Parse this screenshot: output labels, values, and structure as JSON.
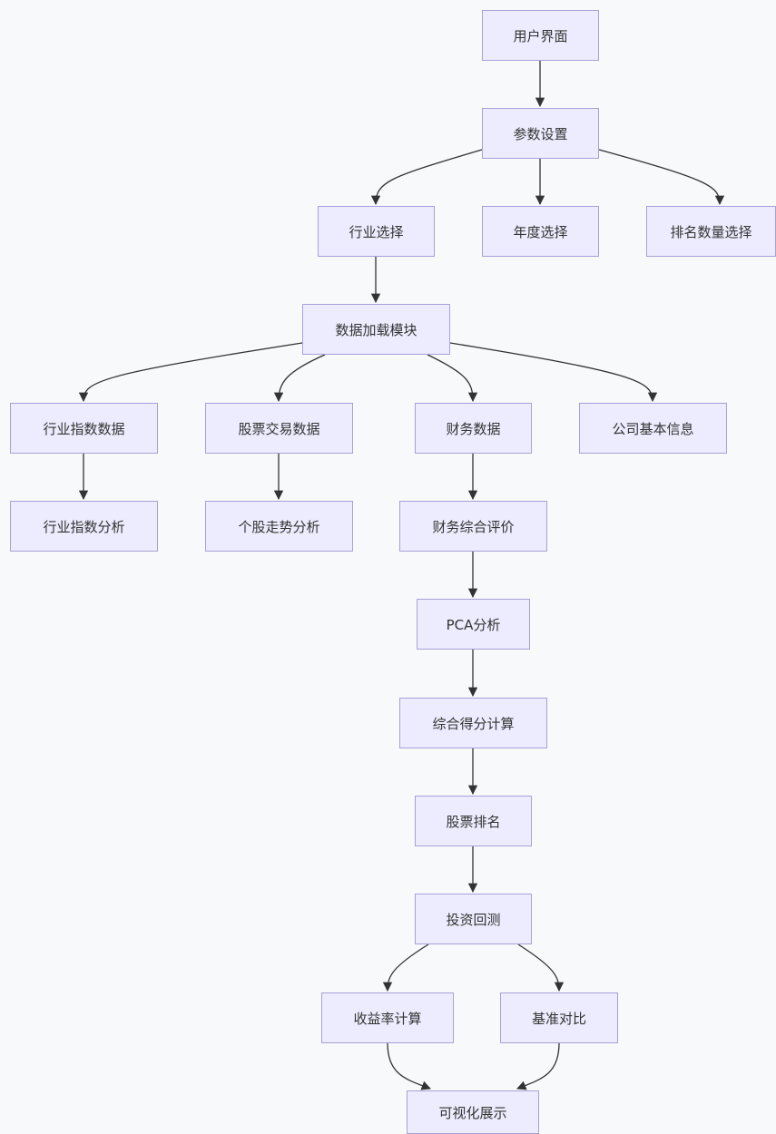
{
  "diagram": {
    "colors": {
      "node_fill": "#ececfe",
      "node_border": "#a99fd8",
      "edge": "#333333",
      "background": "#f8f9fb"
    },
    "nodes": {
      "ui": "用户界面",
      "params": "参数设置",
      "industry_select": "行业选择",
      "year_select": "年度选择",
      "rank_select": "排名数量选择",
      "data_loader": "数据加载模块",
      "industry_index_data": "行业指数数据",
      "stock_trade_data": "股票交易数据",
      "financial_data": "财务数据",
      "company_info": "公司基本信息",
      "industry_index_analysis": "行业指数分析",
      "stock_trend_analysis": "个股走势分析",
      "financial_eval": "财务综合评价",
      "pca": "PCA分析",
      "score_calc": "综合得分计算",
      "stock_rank": "股票排名",
      "backtest": "投资回测",
      "return_calc": "收益率计算",
      "benchmark": "基准对比",
      "visualization": "可视化展示"
    },
    "edges": [
      [
        "ui",
        "params"
      ],
      [
        "params",
        "industry_select"
      ],
      [
        "params",
        "year_select"
      ],
      [
        "params",
        "rank_select"
      ],
      [
        "industry_select",
        "data_loader"
      ],
      [
        "data_loader",
        "industry_index_data"
      ],
      [
        "data_loader",
        "stock_trade_data"
      ],
      [
        "data_loader",
        "financial_data"
      ],
      [
        "data_loader",
        "company_info"
      ],
      [
        "industry_index_data",
        "industry_index_analysis"
      ],
      [
        "stock_trade_data",
        "stock_trend_analysis"
      ],
      [
        "financial_data",
        "financial_eval"
      ],
      [
        "financial_eval",
        "pca"
      ],
      [
        "pca",
        "score_calc"
      ],
      [
        "score_calc",
        "stock_rank"
      ],
      [
        "stock_rank",
        "backtest"
      ],
      [
        "backtest",
        "return_calc"
      ],
      [
        "backtest",
        "benchmark"
      ],
      [
        "return_calc",
        "visualization"
      ],
      [
        "benchmark",
        "visualization"
      ]
    ]
  }
}
